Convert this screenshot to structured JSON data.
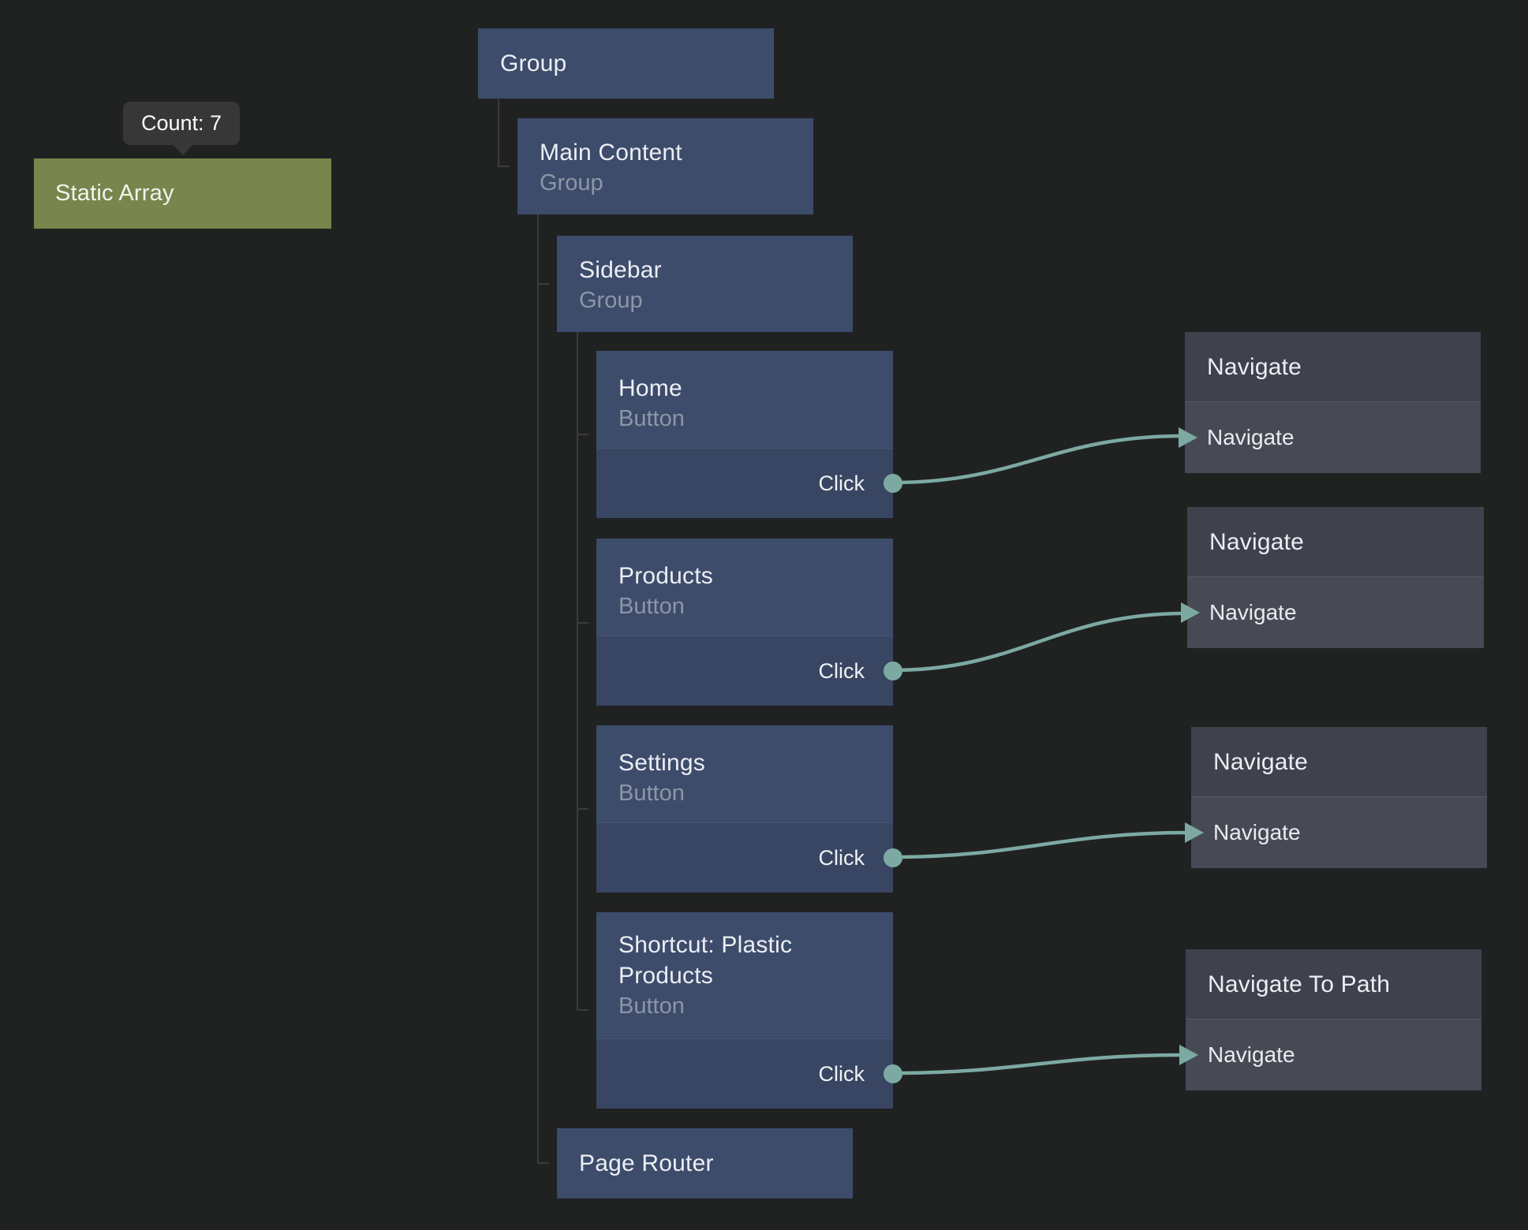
{
  "app": {
    "view": "node-graph-editor",
    "background_color": "#202222",
    "accent_colors": {
      "node_blue_header": "#3d4c6b",
      "node_blue_port": "#394663",
      "node_gray_header": "#3f424d",
      "node_gray_row": "#474a55",
      "node_olive": "#78854d",
      "edge_teal": "#7caaa2",
      "tooltip_bg": "#373737"
    }
  },
  "tooltip": {
    "text": "Count: 7"
  },
  "nodes": {
    "static_array": {
      "title": "Static Array"
    },
    "group": {
      "title": "Group"
    },
    "main_content": {
      "title": "Main Content",
      "subtitle": "Group"
    },
    "sidebar": {
      "title": "Sidebar",
      "subtitle": "Group"
    },
    "home": {
      "title": "Home",
      "subtitle": "Button",
      "port": "Click"
    },
    "products": {
      "title": "Products",
      "subtitle": "Button",
      "port": "Click"
    },
    "settings": {
      "title": "Settings",
      "subtitle": "Button",
      "port": "Click"
    },
    "shortcut": {
      "title": "Shortcut: Plastic Products",
      "subtitle": "Button",
      "port": "Click"
    },
    "page_router": {
      "title": "Page Router"
    },
    "navigate1": {
      "title": "Navigate",
      "input": "Navigate"
    },
    "navigate2": {
      "title": "Navigate",
      "input": "Navigate"
    },
    "navigate3": {
      "title": "Navigate",
      "input": "Navigate"
    },
    "navigate4": {
      "title": "Navigate To Path",
      "input": "Navigate"
    }
  },
  "edges": [
    {
      "from": "home.Click",
      "to": "navigate1.Navigate"
    },
    {
      "from": "products.Click",
      "to": "navigate2.Navigate"
    },
    {
      "from": "settings.Click",
      "to": "navigate3.Navigate"
    },
    {
      "from": "shortcut.Click",
      "to": "navigate4.Navigate"
    }
  ]
}
